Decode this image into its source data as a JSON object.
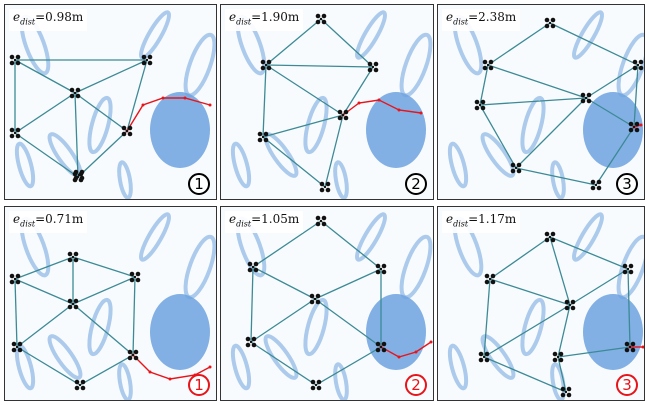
{
  "panels": [
    {
      "label_var": "e",
      "label_sub": "dist",
      "label_value": "=0.98m",
      "badge": "1",
      "badge_color": "#000000"
    },
    {
      "label_var": "e",
      "label_sub": "dist",
      "label_value": "=1.90m",
      "badge": "2",
      "badge_color": "#000000"
    },
    {
      "label_var": "e",
      "label_sub": "dist",
      "label_value": "=2.38m",
      "badge": "3",
      "badge_color": "#000000"
    },
    {
      "label_var": "e",
      "label_sub": "dist",
      "label_value": "=0.71m",
      "badge": "1",
      "badge_color": "#e8141a"
    },
    {
      "label_var": "e",
      "label_sub": "dist",
      "label_value": "=1.05m",
      "badge": "2",
      "badge_color": "#e8141a"
    },
    {
      "label_var": "e",
      "label_sub": "dist",
      "label_value": "=1.17m",
      "badge": "3",
      "badge_color": "#e8141a"
    }
  ],
  "colors": {
    "obstacle": "#3f86d6",
    "edge": "#3c8a96",
    "trajectory": "#e8141a",
    "drone": "#111111"
  },
  "icons": {
    "drone": "quadrotor-icon"
  }
}
